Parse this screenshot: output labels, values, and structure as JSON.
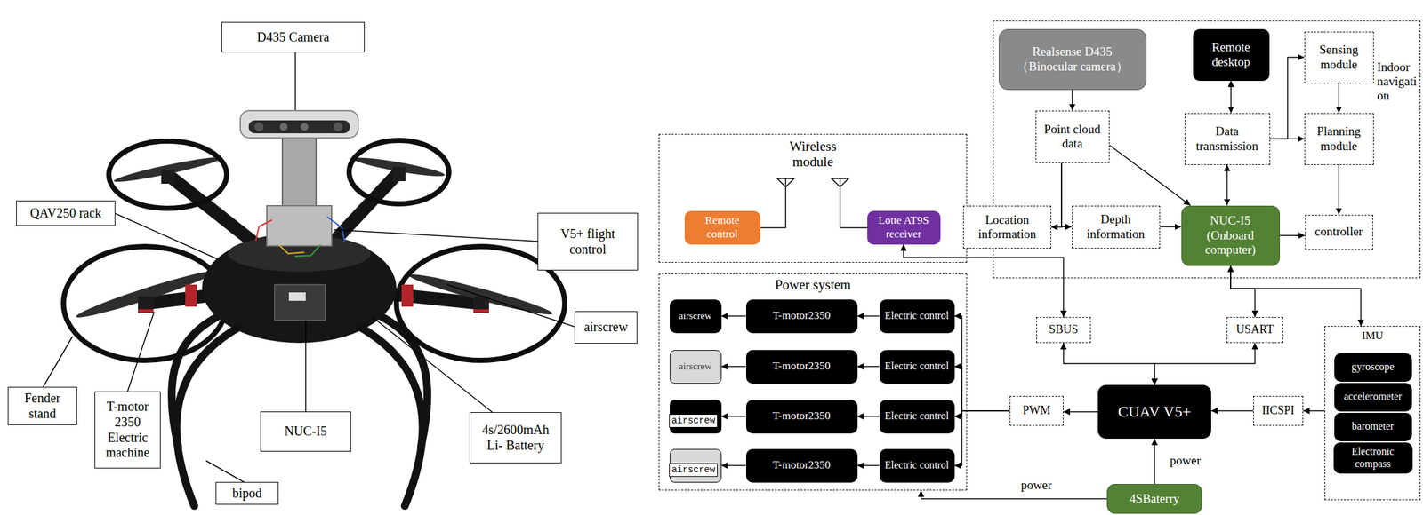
{
  "diagram": {
    "nodes": [
      {
        "text": [
          "D435 Camera"
        ]
      },
      {
        "text": [
          "QAV250 rack"
        ]
      },
      {
        "text": [
          "V5+ flight control"
        ]
      },
      {
        "text": [
          "airscrew"
        ]
      },
      {
        "text": [
          "Fender stand"
        ]
      },
      {
        "text": [
          "T-motor 2350 Electric machine"
        ]
      },
      {
        "text": [
          "NUC-I5"
        ]
      },
      {
        "text": [
          "4s/2600mAh Li- Battery"
        ]
      },
      {
        "text": [
          "bipod"
        ]
      },
      {
        "text": [
          "Indoor navigation"
        ]
      },
      {
        "text": [
          "Realsense D435 （Binocular camera）"
        ],
        "in": 9
      },
      {
        "text": [
          "Remote desktop"
        ],
        "in": 9
      },
      {
        "text": [
          "Sensing module"
        ],
        "in": 9
      },
      {
        "text": [
          "Point cloud data"
        ],
        "in": 9
      },
      {
        "text": [
          "Data transmission"
        ],
        "in": 9
      },
      {
        "text": [
          "Planning module"
        ],
        "in": 9
      },
      {
        "text": [
          "Wireless module"
        ]
      },
      {
        "text": [
          "Remote control"
        ],
        "in": 16
      },
      {
        "text": [
          "Lotte AT9S receiver"
        ],
        "in": 16
      },
      {
        "text": [
          "Location information"
        ]
      },
      {
        "text": [
          "Depth information"
        ],
        "in": 9
      },
      {
        "text": [
          "NUC-I5 (Onboard computer)"
        ],
        "in": 9
      },
      {
        "text": [
          "controller"
        ],
        "in": 9
      },
      {
        "text": [
          "SBUS"
        ]
      },
      {
        "text": [
          "USART"
        ]
      },
      {
        "text": [
          "IMU"
        ]
      },
      {
        "text": [
          "gyroscope"
        ],
        "in": 25
      },
      {
        "text": [
          "accelerometer"
        ],
        "in": 25
      },
      {
        "text": [
          "barometer"
        ],
        "in": 25
      },
      {
        "text": [
          "Electronic compass"
        ],
        "in": 25
      },
      {
        "text": [
          "Power system"
        ]
      },
      {
        "text": [
          "airscrew"
        ],
        "in": 30
      },
      {
        "text": [
          "T-motor2350"
        ],
        "in": 30
      },
      {
        "text": [
          "Electric control"
        ],
        "in": 30
      },
      {
        "text": [
          "airscrew"
        ],
        "in": 30
      },
      {
        "text": [
          "T-motor2350"
        ],
        "in": 30
      },
      {
        "text": [
          "Electric control"
        ],
        "in": 30
      },
      {
        "text": [
          "airscrew"
        ],
        "in": 30
      },
      {
        "text": [
          "T-motor2350"
        ],
        "in": 30
      },
      {
        "text": [
          "Electric control"
        ],
        "in": 30
      },
      {
        "text": [
          "airscrew"
        ],
        "in": 30
      },
      {
        "text": [
          "T-motor2350"
        ],
        "in": 30
      },
      {
        "text": [
          "Electric control"
        ],
        "in": 30
      },
      {
        "text": [
          "PWM"
        ]
      },
      {
        "text": [
          "CUAV V5+"
        ]
      },
      {
        "text": [
          "IICSPI"
        ]
      },
      {
        "text": [
          "4SBaterry"
        ]
      }
    ],
    "edges": [
      {
        "from": 10,
        "to": 13,
        "arrow": "to"
      },
      {
        "from": 13,
        "to": 19,
        "arrow": "to"
      },
      {
        "from": 13,
        "to": 20,
        "arrow": "to"
      },
      {
        "from": 13,
        "to": 21,
        "arrow": "to"
      },
      {
        "from": 20,
        "to": 21,
        "arrow": "to"
      },
      {
        "from": 11,
        "to": 14,
        "arrow": "both"
      },
      {
        "from": 14,
        "to": 21,
        "arrow": "both"
      },
      {
        "from": 14,
        "to": 12,
        "arrow": "to"
      },
      {
        "from": 14,
        "to": 15,
        "arrow": "to"
      },
      {
        "from": 12,
        "to": 15,
        "arrow": "to"
      },
      {
        "from": 15,
        "to": 22,
        "arrow": "to"
      },
      {
        "from": 21,
        "to": 22,
        "arrow": "to"
      },
      {
        "from": 18,
        "to": 23,
        "arrow": "both"
      },
      {
        "from": 23,
        "to": 44,
        "arrow": "both"
      },
      {
        "from": 24,
        "to": 44,
        "arrow": "both"
      },
      {
        "from": 21,
        "to": 24,
        "arrow": "both"
      },
      {
        "from": 21,
        "to": 25,
        "arrow": "to"
      },
      {
        "from": 44,
        "to": 43,
        "arrow": "to"
      },
      {
        "from": 43,
        "to": 33,
        "arrow": "to"
      },
      {
        "from": 43,
        "to": 36,
        "arrow": "to"
      },
      {
        "from": 43,
        "to": 39,
        "arrow": "to"
      },
      {
        "from": 43,
        "to": 42,
        "arrow": "to"
      },
      {
        "from": 33,
        "to": 32,
        "arrow": "to"
      },
      {
        "from": 32,
        "to": 31,
        "arrow": "to"
      },
      {
        "from": 36,
        "to": 35,
        "arrow": "to"
      },
      {
        "from": 35,
        "to": 34,
        "arrow": "to"
      },
      {
        "from": 39,
        "to": 38,
        "arrow": "to"
      },
      {
        "from": 38,
        "to": 37,
        "arrow": "to"
      },
      {
        "from": 42,
        "to": 41,
        "arrow": "to"
      },
      {
        "from": 41,
        "to": 40,
        "arrow": "to"
      },
      {
        "from": 45,
        "to": 44,
        "arrow": "to"
      },
      {
        "from": 25,
        "to": 45,
        "arrow": "to"
      },
      {
        "from": 46,
        "to": 44,
        "arrow": "to",
        "label": "power"
      },
      {
        "from": 46,
        "to": 30,
        "arrow": "to",
        "label": "power"
      }
    ]
  }
}
